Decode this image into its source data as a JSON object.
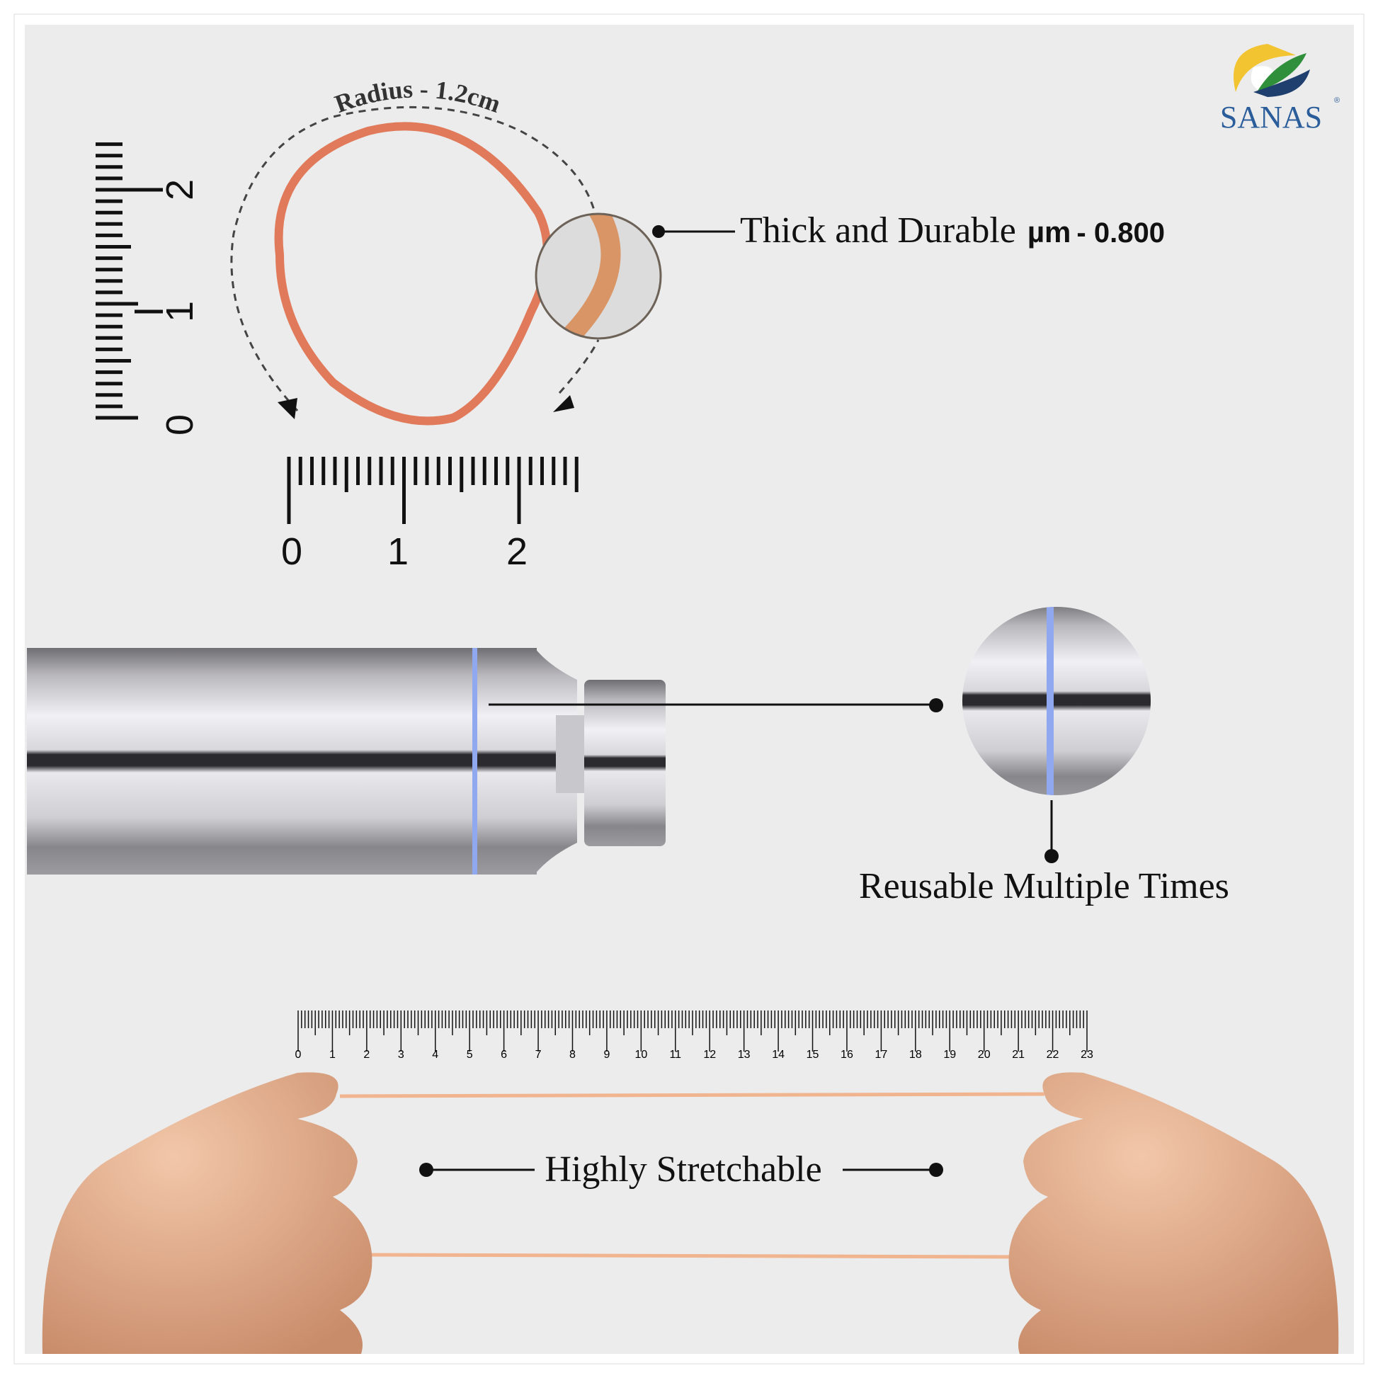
{
  "brand": {
    "name": "SANAS",
    "registered": "®",
    "colors": {
      "yellow": "#f2c431",
      "green": "#2f8f3a",
      "navy": "#1f3f6e",
      "text": "#2a5d9a"
    }
  },
  "radius_label": "Radius - 1.2cm",
  "small_ruler_labels": [
    "0",
    "1",
    "2"
  ],
  "features": {
    "thick": {
      "label": "Thick and Durable",
      "unit": "µm",
      "value": "- 0.800"
    },
    "reusable": {
      "label": "Reusable Multiple Times"
    },
    "stretch": {
      "label": "Highly Stretchable"
    }
  },
  "long_ruler_labels": [
    "0",
    "1",
    "2",
    "3",
    "4",
    "5",
    "6",
    "7",
    "8",
    "9",
    "10",
    "11",
    "12",
    "13",
    "14",
    "15",
    "16",
    "17",
    "18",
    "19",
    "20",
    "21",
    "22",
    "23"
  ],
  "colors": {
    "band": "#e07a5a",
    "band_thin": "#f0b48f",
    "blue_band": "#8fa8f0",
    "background": "#ececec"
  }
}
